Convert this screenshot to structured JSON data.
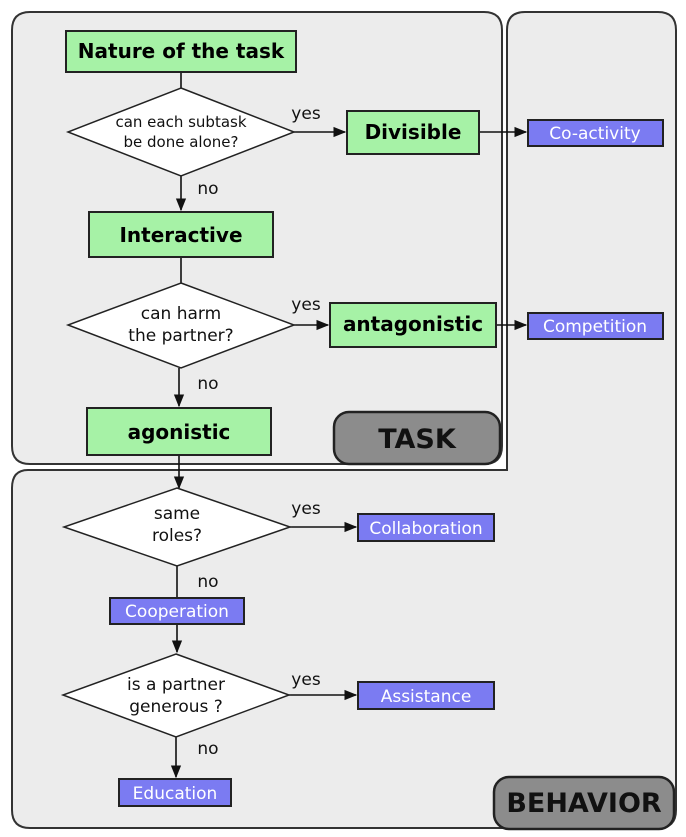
{
  "regions": {
    "task": "TASK",
    "behavior": "BEHAVIOR"
  },
  "task_nodes": {
    "nature": "Nature of the task",
    "divisible": "Divisible",
    "interactive": "Interactive",
    "antagonistic": "antagonistic",
    "agonistic": "agonistic"
  },
  "behavior_nodes": {
    "coactivity": "Co-activity",
    "competition": "Competition",
    "collaboration": "Collaboration",
    "cooperation": "Cooperation",
    "assistance": "Assistance",
    "education": "Education"
  },
  "questions": {
    "q1": [
      "can each subtask",
      "be done alone?"
    ],
    "q2": [
      "can harm",
      "the partner?"
    ],
    "q3": [
      "same",
      "roles?"
    ],
    "q4": [
      "is a partner",
      "generous ?"
    ]
  },
  "edge_labels": {
    "yes": "yes",
    "no": "no"
  },
  "colors": {
    "task_fill": "#a6f2a6",
    "behavior_fill": "#7b7bf2",
    "panel_fill": "#ececec",
    "tag_fill": "#8c8c8c"
  }
}
